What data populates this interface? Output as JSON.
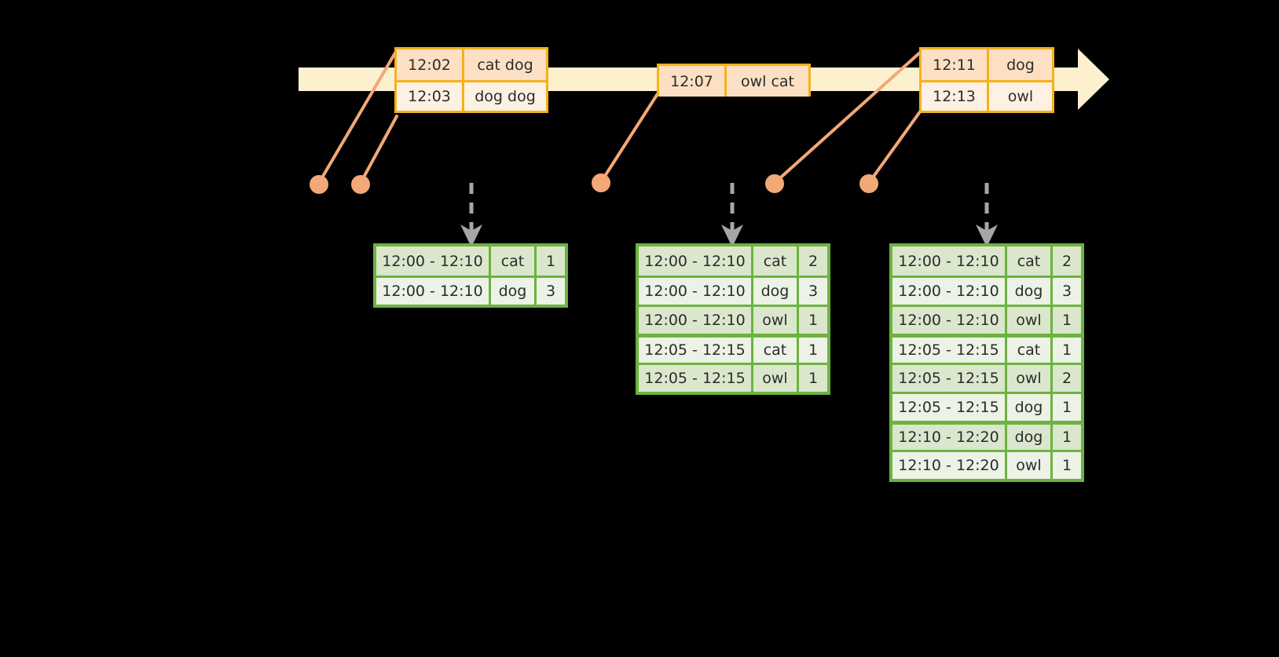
{
  "timeline": {
    "name": "event-stream-timeline",
    "arrow_direction": "right",
    "color": "#fdf0cf",
    "border_color": "#f5b11c"
  },
  "events": [
    {
      "name": "event-box-1",
      "rows": [
        {
          "time": "12:02",
          "value": "cat dog"
        },
        {
          "time": "12:03",
          "value": "dog dog"
        }
      ]
    },
    {
      "name": "event-box-2",
      "rows": [
        {
          "time": "12:07",
          "value": "owl cat"
        }
      ]
    },
    {
      "name": "event-box-3",
      "rows": [
        {
          "time": "12:11",
          "value": "dog"
        },
        {
          "time": "12:13",
          "value": "owl"
        }
      ]
    }
  ],
  "dots": [
    {
      "name": "event-dot-1"
    },
    {
      "name": "event-dot-2"
    },
    {
      "name": "event-dot-3"
    },
    {
      "name": "event-dot-4"
    },
    {
      "name": "event-dot-5"
    }
  ],
  "tables": [
    {
      "name": "result-table-1",
      "rows": [
        {
          "window": "12:00 - 12:10",
          "key": "cat",
          "count": "1",
          "group": 0
        },
        {
          "window": "12:00 - 12:10",
          "key": "dog",
          "count": "3",
          "group": 0
        }
      ]
    },
    {
      "name": "result-table-2",
      "rows": [
        {
          "window": "12:00 - 12:10",
          "key": "cat",
          "count": "2",
          "group": 0
        },
        {
          "window": "12:00 - 12:10",
          "key": "dog",
          "count": "3",
          "group": 0
        },
        {
          "window": "12:00 - 12:10",
          "key": "owl",
          "count": "1",
          "group": 0
        },
        {
          "window": "12:05 - 12:15",
          "key": "cat",
          "count": "1",
          "group": 1
        },
        {
          "window": "12:05 - 12:15",
          "key": "owl",
          "count": "1",
          "group": 1
        }
      ]
    },
    {
      "name": "result-table-3",
      "rows": [
        {
          "window": "12:00 - 12:10",
          "key": "cat",
          "count": "2",
          "group": 0
        },
        {
          "window": "12:00 - 12:10",
          "key": "dog",
          "count": "3",
          "group": 0
        },
        {
          "window": "12:00 - 12:10",
          "key": "owl",
          "count": "1",
          "group": 0
        },
        {
          "window": "12:05 - 12:15",
          "key": "cat",
          "count": "1",
          "group": 1
        },
        {
          "window": "12:05 - 12:15",
          "key": "owl",
          "count": "2",
          "group": 1
        },
        {
          "window": "12:05 - 12:15",
          "key": "dog",
          "count": "1",
          "group": 1
        },
        {
          "window": "12:10 - 12:20",
          "key": "dog",
          "count": "1",
          "group": 2
        },
        {
          "window": "12:10 - 12:20",
          "key": "owl",
          "count": "1",
          "group": 2
        }
      ]
    }
  ],
  "colors": {
    "timeline_fill": "#fdf0cf",
    "event_border": "#f5b11c",
    "event_shade_a": "#fde0c4",
    "event_shade_b": "#fdf1e4",
    "table_border": "#6cb33f",
    "table_shade_a": "#dbe7cd",
    "table_shade_b": "#edf2e6",
    "connector": "#f2a977",
    "dashed_arrow": "#a6a6a6"
  }
}
